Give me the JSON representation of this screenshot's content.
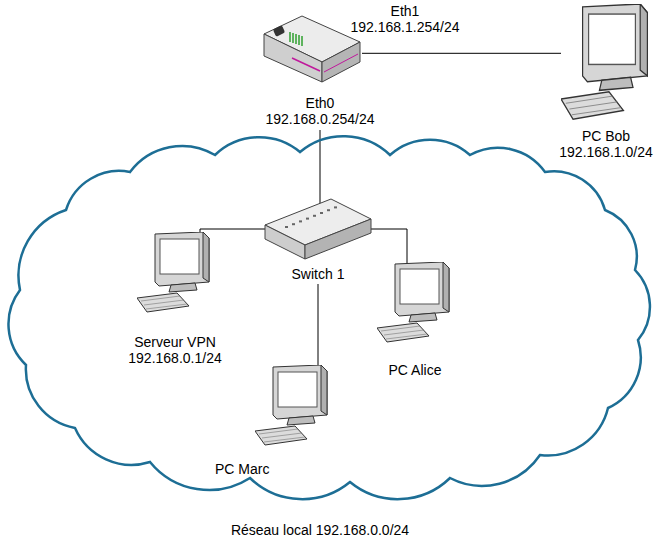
{
  "diagram": {
    "nodes": [
      {
        "text": [
          "Eth1 192.168.1.254/24",
          "Eth0 192.168.0.254/24"
        ]
      },
      {
        "text": [
          "PC Bob 192.168.1.0/24"
        ]
      },
      {
        "text": [
          "Réseau local 192.168.0.0/24"
        ]
      },
      {
        "text": [
          "Switch 1"
        ],
        "in": 2
      },
      {
        "text": [
          "Serveur VPN 192.168.0.1/24"
        ],
        "in": 2
      },
      {
        "text": [
          "PC Alice"
        ],
        "in": 2
      },
      {
        "text": [
          "PC Marc"
        ],
        "in": 2
      }
    ],
    "edges": [
      {
        "from": 0,
        "to": 1,
        "arrow": "none"
      },
      {
        "from": 0,
        "to": 3,
        "arrow": "none"
      },
      {
        "from": 3,
        "to": 4,
        "arrow": "none"
      },
      {
        "from": 3,
        "to": 6,
        "arrow": "none"
      },
      {
        "from": 3,
        "to": 5,
        "arrow": "none"
      }
    ]
  }
}
